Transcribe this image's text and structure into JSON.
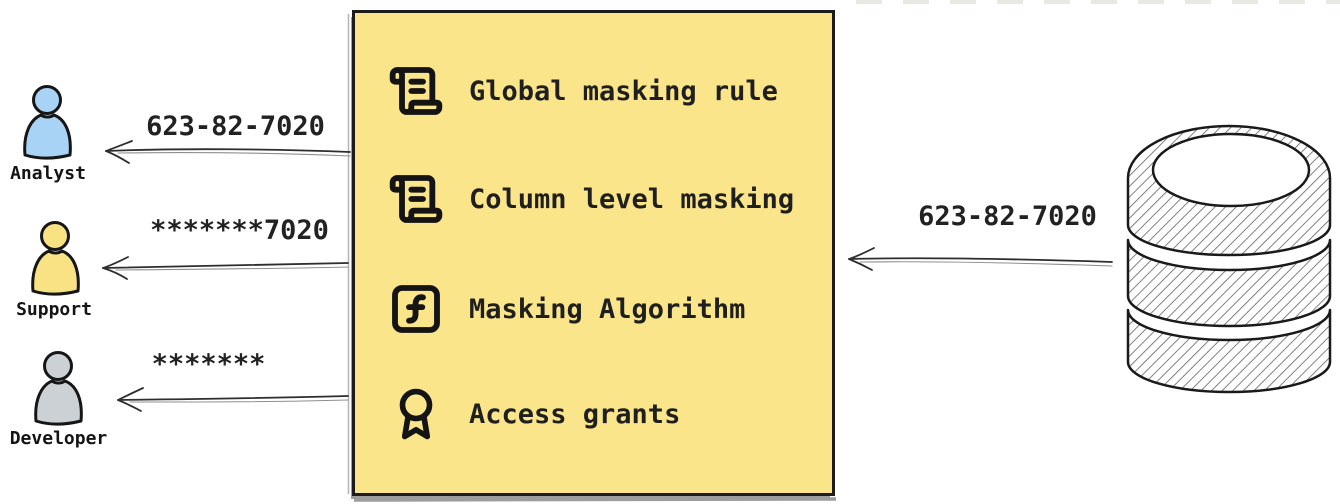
{
  "masking_box": {
    "items": [
      {
        "icon": "scroll-text-icon",
        "label": "Global masking rule"
      },
      {
        "icon": "scroll-text-icon",
        "label": "Column level masking"
      },
      {
        "icon": "function-square-icon",
        "label": "Masking Algorithm"
      },
      {
        "icon": "award-icon",
        "label": "Access grants"
      }
    ],
    "colors": {
      "background": "#fae58a",
      "border": "#1c1c1c"
    }
  },
  "database": {
    "icon": "database-cylinder-icon",
    "outgoing_value": "623-82-7020"
  },
  "consumers": [
    {
      "role": "Analyst",
      "received_value": "623-82-7020",
      "color": "#a9d3f5"
    },
    {
      "role": "Support",
      "received_value": "*******7020",
      "color": "#f9e283"
    },
    {
      "role": "Developer",
      "received_value": "*******",
      "color": "#ccd1d5"
    }
  ]
}
